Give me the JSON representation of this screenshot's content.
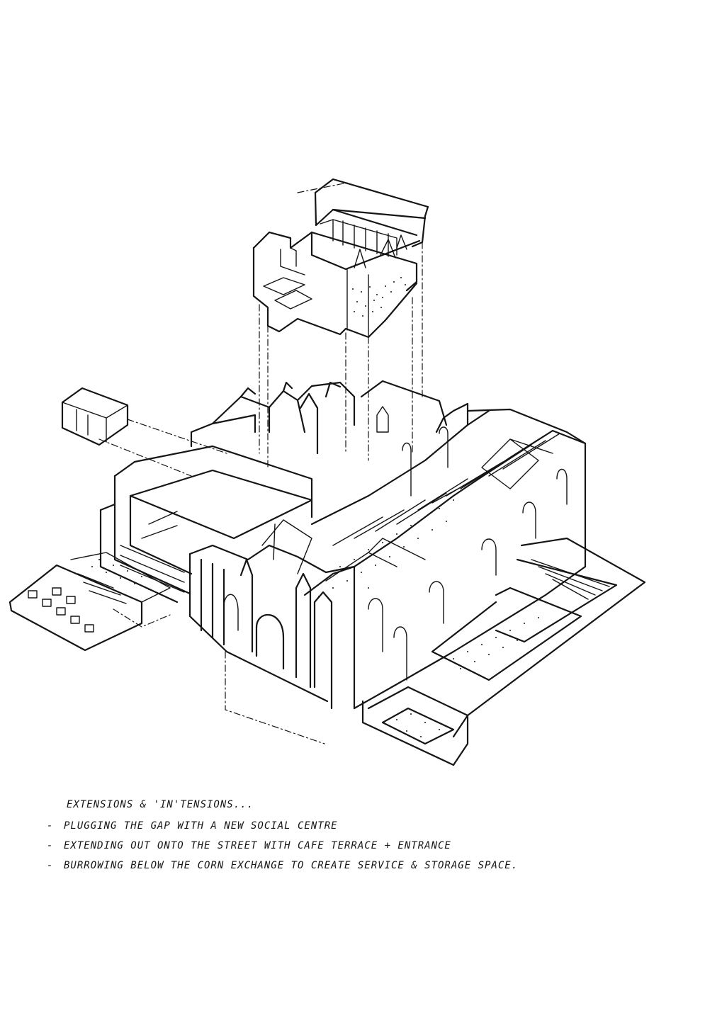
{
  "annotation": {
    "title": "EXTENSIONS & 'IN'TENSIONS...",
    "items": [
      "PLUGGING THE GAP WITH A NEW SOCIAL CENTRE",
      "EXTENDING OUT ONTO THE STREET WITH CAFE TERRACE + ENTRANCE",
      "BURROWING BELOW THE CORN EXCHANGE TO CREATE SERVICE & STORAGE SPACE."
    ],
    "bullet": "-"
  },
  "colors": {
    "ink": "#151515",
    "paper": "#ffffff"
  }
}
